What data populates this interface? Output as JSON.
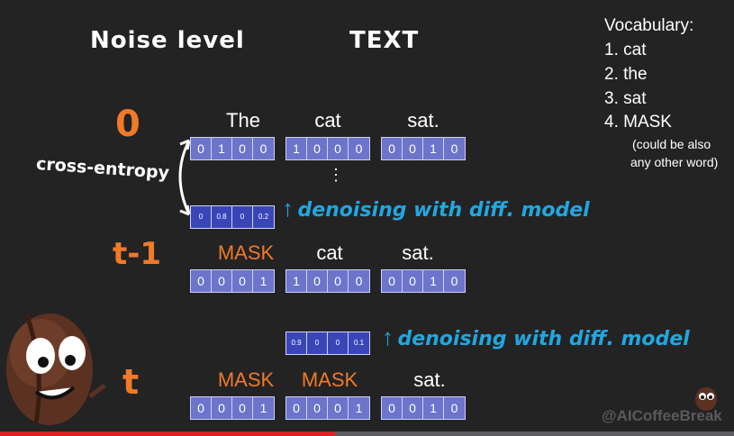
{
  "headings": {
    "noise": "Noise level",
    "text": "TEXT"
  },
  "noise_levels": [
    "0",
    "t-1",
    "t"
  ],
  "cross_entropy": "cross-entropy",
  "dots": "⋮",
  "rows": {
    "row0": {
      "words": [
        "The",
        "cat",
        "sat."
      ],
      "vectors": [
        [
          "0",
          "1",
          "0",
          "0"
        ],
        [
          "1",
          "0",
          "0",
          "0"
        ],
        [
          "0",
          "0",
          "1",
          "0"
        ]
      ]
    },
    "pred1": [
      "0",
      "0.8",
      "0",
      "0.2"
    ],
    "denoise1": "denoising with diff. model",
    "row1": {
      "words": [
        "MASK",
        "cat",
        "sat."
      ],
      "vectors": [
        [
          "0",
          "0",
          "0",
          "1"
        ],
        [
          "1",
          "0",
          "0",
          "0"
        ],
        [
          "0",
          "0",
          "1",
          "0"
        ]
      ]
    },
    "pred2": [
      "0.9",
      "0",
      "0",
      "0.1"
    ],
    "denoise2": "denoising with diff. model",
    "row2": {
      "words": [
        "MASK",
        "MASK",
        "sat."
      ],
      "vectors": [
        [
          "0",
          "0",
          "0",
          "1"
        ],
        [
          "0",
          "0",
          "0",
          "1"
        ],
        [
          "0",
          "0",
          "1",
          "0"
        ]
      ]
    }
  },
  "vocabulary": {
    "title": "Vocabulary:",
    "items": [
      "1.  cat",
      "2.  the",
      "3.  sat",
      "4.  MASK"
    ],
    "note_line1": "(could be also",
    "note_line2": "any other word)"
  },
  "watermark": "@AICoffeeBreak",
  "colors": {
    "mask": "#f07a28",
    "noise": "#f07a28",
    "denoise": "#21a7df",
    "vector": "#6c74cc",
    "prediction": "#3a46b8"
  },
  "icons": {
    "arrow": "curved-double-arrow-icon",
    "mascot": "coffee-bean-mascot"
  }
}
